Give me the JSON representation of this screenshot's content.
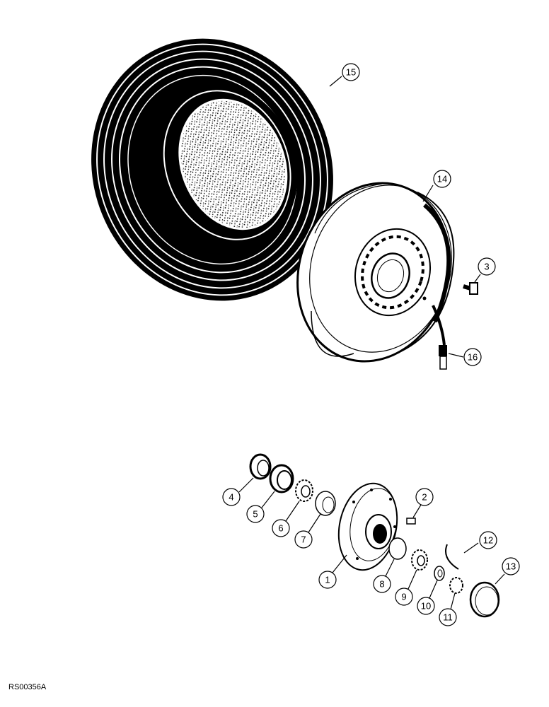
{
  "figure_code": "RS00356A",
  "callouts": [
    {
      "id": "15",
      "label": "15"
    },
    {
      "id": "14",
      "label": "14"
    },
    {
      "id": "3",
      "label": "3"
    },
    {
      "id": "16",
      "label": "16"
    },
    {
      "id": "4",
      "label": "4"
    },
    {
      "id": "5",
      "label": "5"
    },
    {
      "id": "6",
      "label": "6"
    },
    {
      "id": "7",
      "label": "7"
    },
    {
      "id": "2",
      "label": "2"
    },
    {
      "id": "1",
      "label": "1"
    },
    {
      "id": "8",
      "label": "8"
    },
    {
      "id": "9",
      "label": "9"
    },
    {
      "id": "10",
      "label": "10"
    },
    {
      "id": "11",
      "label": "11"
    },
    {
      "id": "12",
      "label": "12"
    },
    {
      "id": "13",
      "label": "13"
    }
  ]
}
